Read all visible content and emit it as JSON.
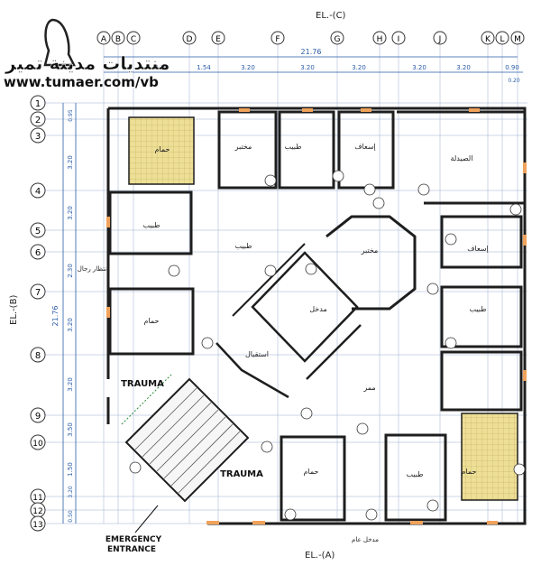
{
  "watermark": {
    "arabic": "منتديات مدينة تمير",
    "url": "www.tumaer.com/vb"
  },
  "elevations": {
    "top": "EL.-(C)",
    "bottom": "EL.-(A)",
    "left": "EL.-(B)"
  },
  "column_grid": [
    "A",
    "B",
    "C",
    "D",
    "E",
    "F",
    "G",
    "H",
    "I",
    "J",
    "K",
    "L",
    "M"
  ],
  "row_grid": [
    "1",
    "2",
    "3",
    "4",
    "5",
    "6",
    "7",
    "8",
    "9",
    "10",
    "11",
    "12",
    "13"
  ],
  "top_dimensions": {
    "overall": "21.76",
    "segments": [
      "3.20",
      "1.54",
      "3.20",
      "3.20",
      "3.20",
      "3.20",
      "3.20",
      "0.90"
    ],
    "right_note": "0.20"
  },
  "left_dimensions": {
    "overall": "21.76",
    "segments": [
      "0.95",
      "3.20",
      "3.20",
      "2.30",
      "3.20",
      "3.20",
      "3.50",
      "1.50",
      "3.20",
      "0.50"
    ]
  },
  "rooms": [
    {
      "label": "طبيب"
    },
    {
      "label": "مختبر"
    },
    {
      "label": "إسعاف"
    },
    {
      "label": "الصيدلة"
    },
    {
      "label": "طبيب"
    },
    {
      "label": "حمام"
    },
    {
      "label": "طبيب"
    },
    {
      "label": "مختبر"
    },
    {
      "label": "إسعاف"
    },
    {
      "label": "طبيب"
    },
    {
      "label": "حمام"
    },
    {
      "label": "طبيب"
    },
    {
      "label": "حمام"
    },
    {
      "label": "استقبال"
    },
    {
      "label": "حمام"
    },
    {
      "label": "ممر"
    },
    {
      "label": "مدخل"
    }
  ],
  "labels": {
    "trauma_1": "TRAUMA",
    "trauma_2": "TRAUMA",
    "emergency_1": "EMERGENCY",
    "emergency_2": "ENTRANCE",
    "waiting": "انتظار رجال",
    "lobby": "مدخل عام"
  },
  "colors": {
    "wall": "#1e1e1e",
    "dim": "#2a5ca8",
    "tile": "#e8d98a",
    "door": "#f0a25a",
    "grid": "#7a8fb8"
  }
}
